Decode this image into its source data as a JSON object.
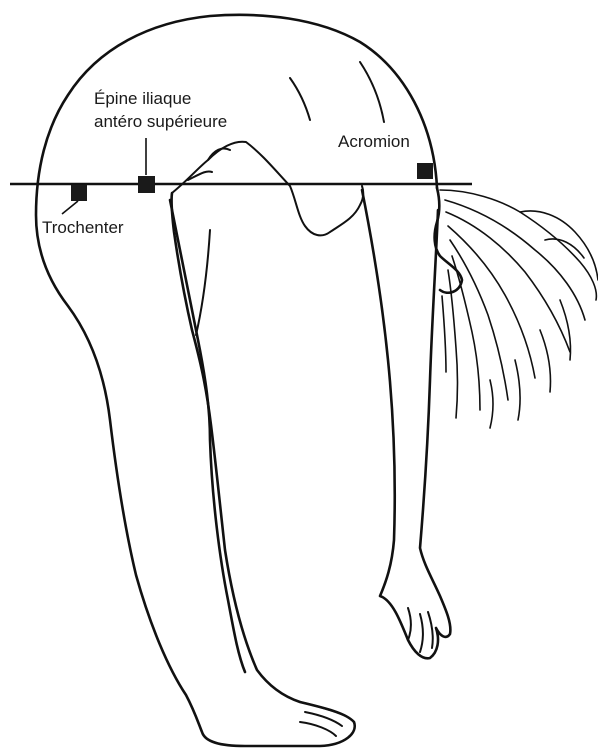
{
  "labels": {
    "epine_line1": "Épine iliaque",
    "epine_line2": "antéro supérieure",
    "acromion": "Acromion",
    "trochenter": "Trochenter"
  },
  "colors": {
    "ink": "#111111",
    "background": "#ffffff"
  }
}
